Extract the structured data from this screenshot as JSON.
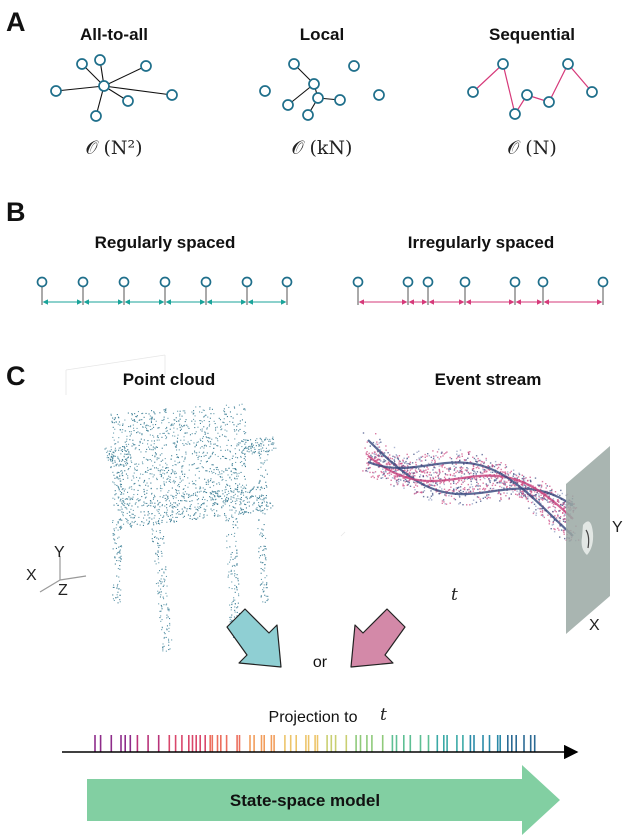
{
  "panel_a": {
    "letter": "A",
    "all_to_all": {
      "title": "All-to-all",
      "complexity": "𝒪 (N²)"
    },
    "local": {
      "title": "Local",
      "complexity": "𝒪 (kN)"
    },
    "sequential": {
      "title": "Sequential",
      "complexity": "𝒪 (N)"
    }
  },
  "panel_b": {
    "letter": "B",
    "regular": {
      "title": "Regularly spaced"
    },
    "irregular": {
      "title": "Irregularly spaced"
    }
  },
  "panel_c": {
    "letter": "C",
    "point_cloud": {
      "title": "Point cloud",
      "axis_y": "Y",
      "axis_x": "X",
      "axis_z": "Z"
    },
    "event_stream": {
      "title": "Event stream",
      "axis_t": "t",
      "axis_y": "Y",
      "axis_x": "X"
    },
    "or_text": "or",
    "projection_label": "Projection to",
    "projection_var": "t",
    "ssm_label": "State-space model"
  },
  "colors": {
    "node_stroke": "#1f6f8b",
    "teal_edge": "#1aa39a",
    "pink_edge": "#d63a7a",
    "arrow_teal": "#8fcfd3",
    "arrow_pink": "#d389a8",
    "ssm_green": "#82cfa2"
  }
}
